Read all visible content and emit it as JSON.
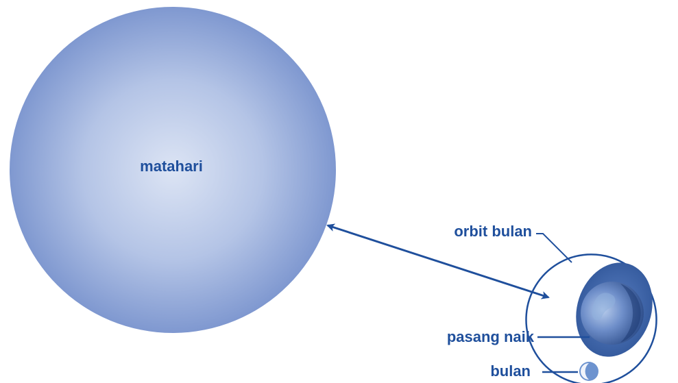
{
  "colors": {
    "label": "#1f4f9c",
    "line": "#1f4f9c",
    "sun_center": "#dce4f4",
    "sun_edge": "#7f98d0",
    "earth_dark": "#2a4d8e",
    "earth_light": "#9cb7e0",
    "moon": "#6d93cf"
  },
  "labels": {
    "sun": "matahari",
    "moon_orbit": "orbit bulan",
    "high_tide": "pasang naik",
    "moon": "bulan"
  },
  "icons": {
    "sun": "sun-sphere",
    "earth": "earth-globe",
    "moon": "moon-crescent",
    "distance_arrow": "double-headed-arrow"
  }
}
